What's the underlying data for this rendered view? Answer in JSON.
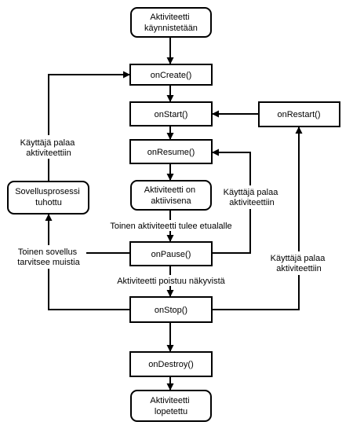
{
  "nodes": {
    "start": [
      "Aktiviteetti",
      "käynnistetään"
    ],
    "on_create": "onCreate()",
    "on_start": "onStart()",
    "on_restart": "onRestart()",
    "on_resume": "onResume()",
    "running": [
      "Aktiviteetti on",
      "aktiivisena"
    ],
    "process_killed": [
      "Sovellusprosessi",
      "tuhottu"
    ],
    "on_pause": "onPause()",
    "on_stop": "onStop()",
    "on_destroy": "onDestroy()",
    "finished": [
      "Aktiviteetti",
      "lopetettu"
    ]
  },
  "edges": {
    "user_returns_left": [
      "Käyttäjä palaa",
      "aktiviteettiin"
    ],
    "user_returns_middle": [
      "Käyttäjä palaa",
      "aktiviteettiin"
    ],
    "user_returns_right": [
      "Käyttäjä palaa",
      "aktiviteettiin"
    ],
    "other_app_foreground": "Toinen aktiviteetti tulee etualalle",
    "other_app_needs_memory": [
      "Toinen sovellus",
      "tarvitsee muistia"
    ],
    "activity_not_visible": "Aktiviteetti poistuu näkyvistä"
  }
}
